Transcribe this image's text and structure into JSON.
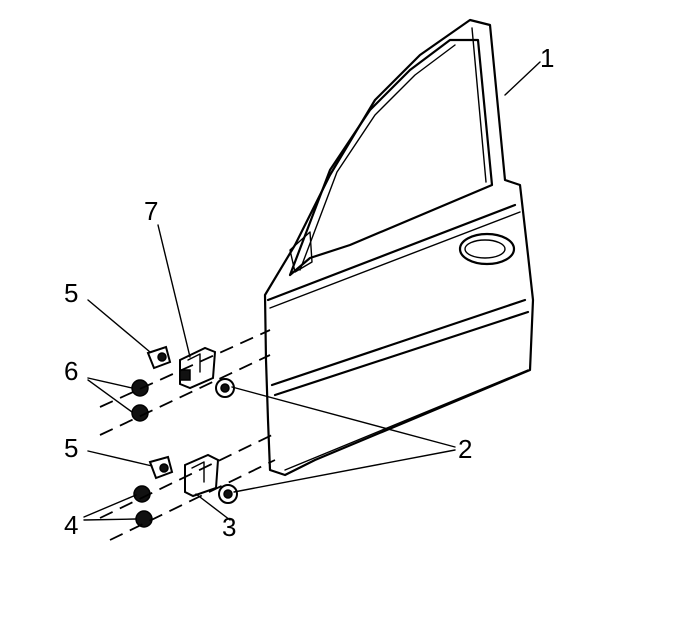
{
  "diagram": {
    "callouts": [
      {
        "id": "c1",
        "label": "1"
      },
      {
        "id": "c2",
        "label": "2"
      },
      {
        "id": "c3",
        "label": "3"
      },
      {
        "id": "c4",
        "label": "4"
      },
      {
        "id": "c5a",
        "label": "5"
      },
      {
        "id": "c5b",
        "label": "5"
      },
      {
        "id": "c6",
        "label": "6"
      },
      {
        "id": "c7",
        "label": "7"
      }
    ]
  }
}
